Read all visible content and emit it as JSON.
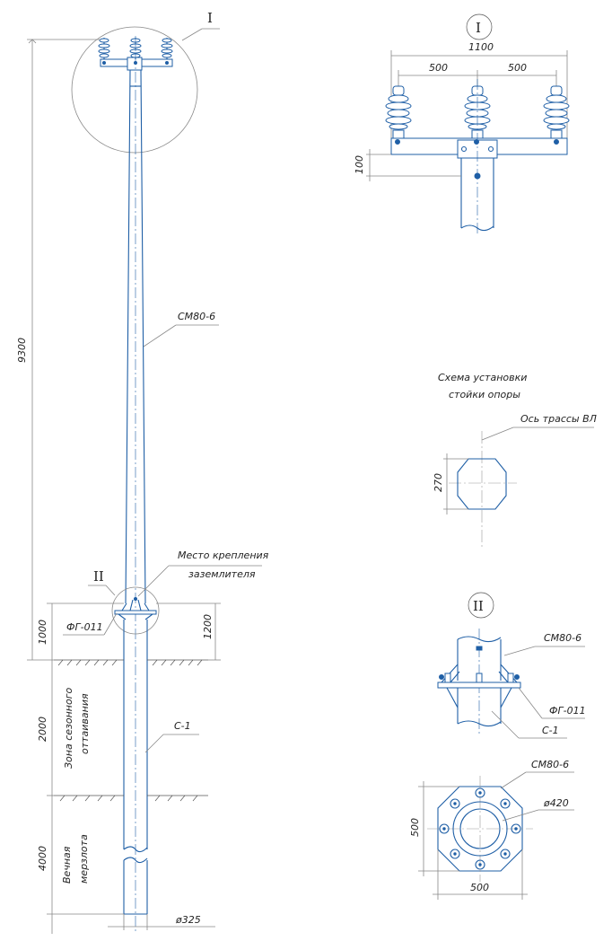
{
  "callouts": {
    "detail_1": "I",
    "detail_2": "II"
  },
  "main_view": {
    "dim_total_height": "9300",
    "dim_above_ground": "1000",
    "dim_1200": "1200",
    "dim_seasonal": "2000",
    "dim_permafrost": "4000",
    "dim_diameter": "ø325",
    "label_pole": "СМ80-6",
    "label_flange": "ФГ-011",
    "label_pile": "С-1",
    "label_ground_point_line1": "Место крепления",
    "label_ground_point_line2": "заземлителя",
    "zone_seasonal_line1": "Зона сезонного",
    "zone_seasonal_line2": "оттаивания",
    "zone_permafrost_line1": "Вечная",
    "zone_permafrost_line2": "мерзлота"
  },
  "detail_1_view": {
    "dim_width": "1100",
    "dim_left": "500",
    "dim_right": "500",
    "dim_100": "100"
  },
  "scheme": {
    "title_line1": "Схема установки",
    "title_line2": "стойки опоры",
    "axis_label": "Ось трассы ВЛ",
    "dim_270": "270"
  },
  "detail_2_view": {
    "label_pole": "СМ80-6",
    "label_flange": "ФГ-011",
    "label_pile": "С-1",
    "plan_label_pole": "СМ80-6",
    "dim_diameter": "ø420",
    "dim_500_vertical": "500",
    "dim_500_horizontal": "500"
  },
  "colors": {
    "drawing_blue": "#1f5fa6",
    "dimension_gray": "#888888"
  }
}
